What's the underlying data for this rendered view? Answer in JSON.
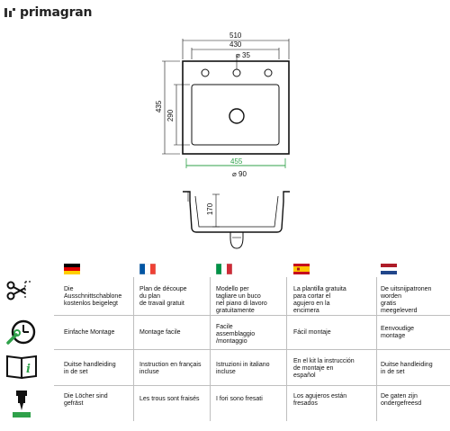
{
  "brand": {
    "name": "primagran"
  },
  "dimensions": {
    "width_outer": "510",
    "width_inner": "430",
    "hole_diameter": "35",
    "height_outer": "435",
    "height_inner": "290",
    "bowl_width": "455",
    "drain_diameter": "90",
    "depth": "170"
  },
  "languages": [
    "de",
    "fr",
    "it",
    "es",
    "nl"
  ],
  "rows": [
    {
      "icon": "scissors-cutout-icon",
      "cells": [
        "Die\nAusschnittschablone\nkostenlos beigelegt",
        "Plan de découpe\ndu plan\nde travail gratuit",
        "Modello per\ntagliare un buco\nnel piano di lavoro\ngratuitamente",
        "La plantilla gratuita\npara cortar el\nagujero en la\nencimera",
        "De uitsnijpatronen\nworden\ngratis\nmeegeleverd"
      ]
    },
    {
      "icon": "wrench-clock-icon",
      "cells": [
        "Einfache Montage",
        "Montage facile",
        "Facile\nassemblaggio\n/montaggio",
        "Fácil montaje",
        "Eenvoudige\nmontage"
      ]
    },
    {
      "icon": "manual-info-icon",
      "cells": [
        "Duitse handleiding\nin de set",
        "Instruction en français\nincluse",
        "Istruzioni in italiano\nincluse",
        "En el kit la instrucción\nde montaje en\nespañol",
        "Duitse handleiding\nin de set"
      ]
    },
    {
      "icon": "drilled-holes-icon",
      "cells": [
        "Die Löcher sind\ngefräst",
        "Les trous sont fraisés",
        "I fori sono fresati",
        "Los agujeros están\nfresados",
        "De gaten zijn\nondergefreesd"
      ]
    }
  ]
}
